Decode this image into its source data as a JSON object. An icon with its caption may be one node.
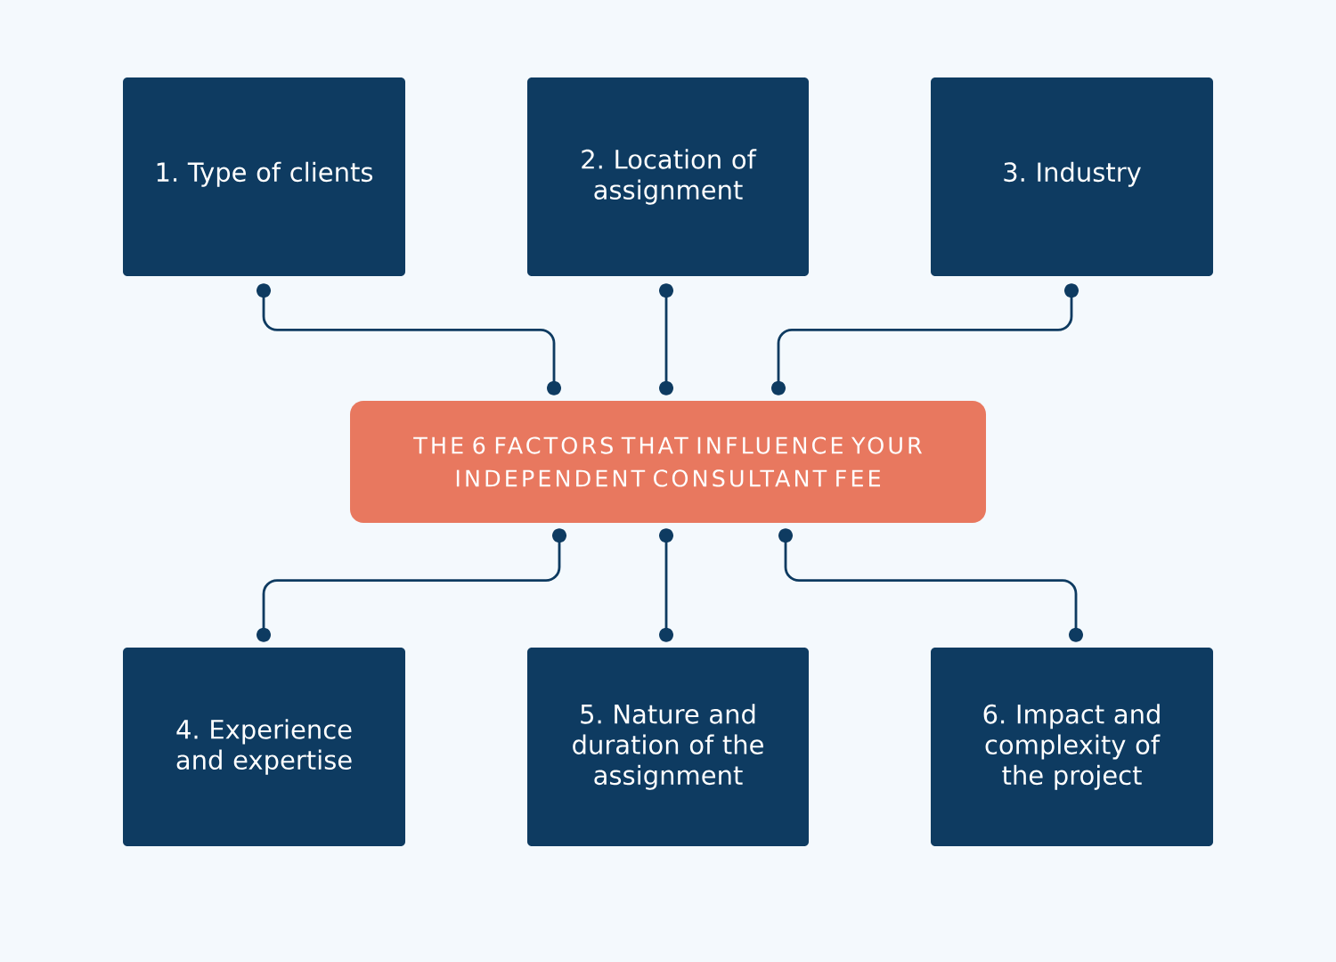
{
  "diagram": {
    "nodes": [
      {
        "text": [
          "1. Type of clients"
        ]
      },
      {
        "text": [
          "2. Location of assignment"
        ]
      },
      {
        "text": [
          "3. Industry"
        ]
      },
      {
        "text": [
          "THE 6 FACTORS THAT INFLUENCE YOUR INDEPENDENT CONSULTANT FEE"
        ]
      },
      {
        "text": [
          "4. Experience and expertise"
        ]
      },
      {
        "text": [
          "5. Nature and duration of the assignment"
        ]
      },
      {
        "text": [
          "6. Impact and complexity of the project"
        ]
      }
    ],
    "edges": [
      {
        "from": 0,
        "to": 3,
        "arrow": "other"
      },
      {
        "from": 1,
        "to": 3,
        "arrow": "other"
      },
      {
        "from": 2,
        "to": 3,
        "arrow": "other"
      },
      {
        "from": 4,
        "to": 3,
        "arrow": "other"
      },
      {
        "from": 5,
        "to": 3,
        "arrow": "other"
      },
      {
        "from": 6,
        "to": 3,
        "arrow": "other"
      }
    ]
  }
}
